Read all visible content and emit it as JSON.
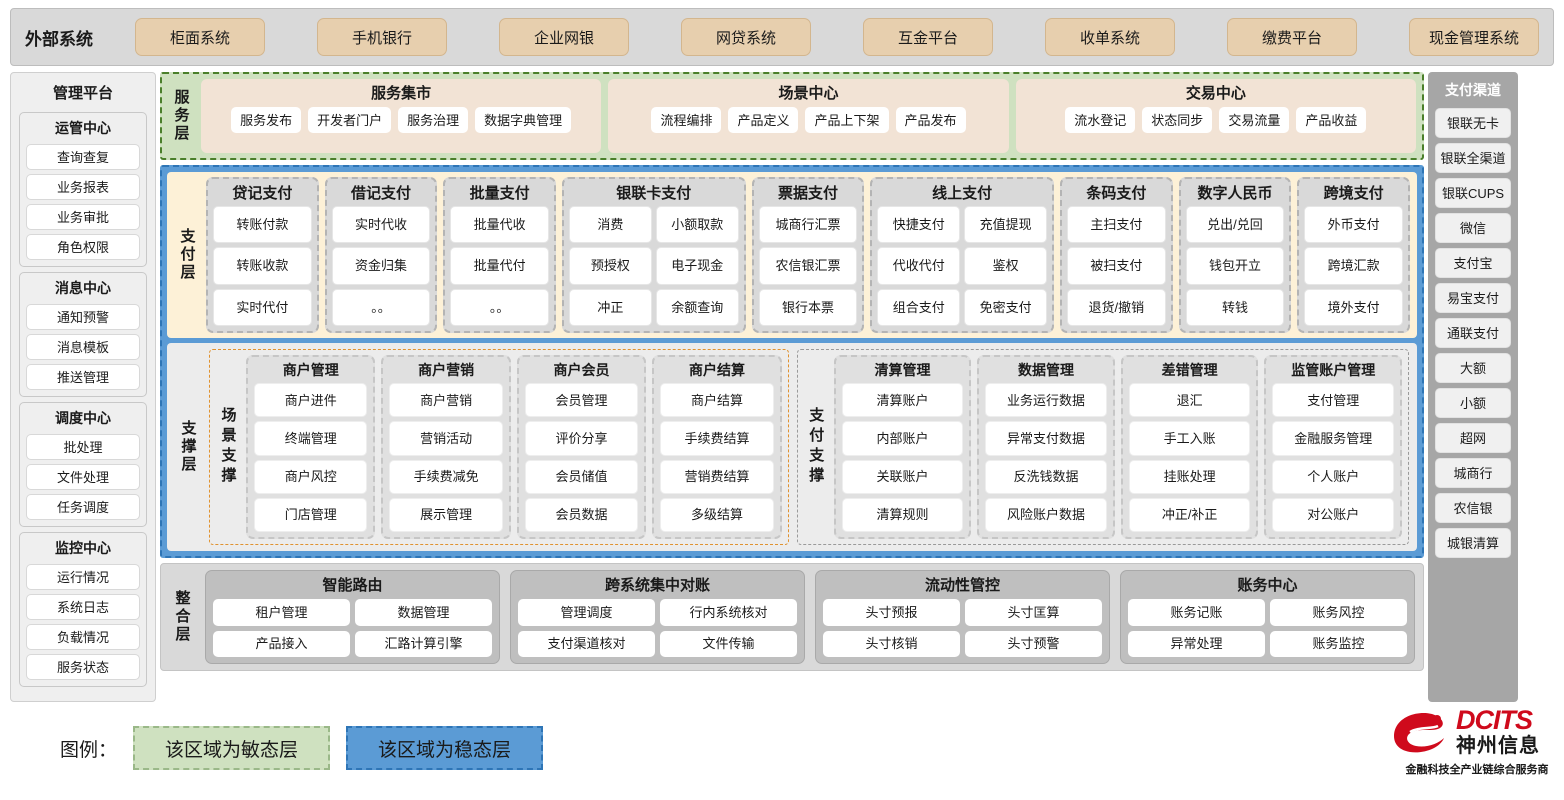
{
  "external": {
    "title": "外部系统",
    "items": [
      "柜面系统",
      "手机银行",
      "企业网银",
      "网贷系统",
      "互金平台",
      "收单系统",
      "缴费平台",
      "现金管理系统"
    ]
  },
  "left_panel": {
    "title": "管理平台",
    "groups": [
      {
        "title": "运管中心",
        "items": [
          "查询查复",
          "业务报表",
          "业务审批",
          "角色权限"
        ]
      },
      {
        "title": "消息中心",
        "items": [
          "通知预警",
          "消息模板",
          "推送管理"
        ]
      },
      {
        "title": "调度中心",
        "items": [
          "批处理",
          "文件处理",
          "任务调度"
        ]
      },
      {
        "title": "监控中心",
        "items": [
          "运行情况",
          "系统日志",
          "负载情况",
          "服务状态"
        ]
      }
    ]
  },
  "right_panel": {
    "title": "支付渠道",
    "items": [
      "银联无卡",
      "银联全渠道",
      "银联CUPS",
      "微信",
      "支付宝",
      "易宝支付",
      "通联支付",
      "大额",
      "小额",
      "超网",
      "城商行",
      "农信银",
      "城银清算"
    ]
  },
  "service_layer": {
    "label": "服务层",
    "groups": [
      {
        "title": "服务集市",
        "items": [
          "服务发布",
          "开发者门户",
          "服务治理",
          "数据字典管理"
        ]
      },
      {
        "title": "场景中心",
        "items": [
          "流程编排",
          "产品定义",
          "产品上下架",
          "产品发布"
        ]
      },
      {
        "title": "交易中心",
        "items": [
          "流水登记",
          "状态同步",
          "交易流量",
          "产品收益"
        ]
      }
    ]
  },
  "payment_layer": {
    "label": "支付层",
    "groups": [
      {
        "title": "贷记支付",
        "cols": 1,
        "items": [
          "转账付款",
          "转账收款",
          "实时代付"
        ]
      },
      {
        "title": "借记支付",
        "cols": 1,
        "items": [
          "实时代收",
          "资金归集",
          "。。"
        ]
      },
      {
        "title": "批量支付",
        "cols": 1,
        "items": [
          "批量代收",
          "批量代付",
          "。。"
        ]
      },
      {
        "title": "银联卡支付",
        "cols": 2,
        "items": [
          "消费",
          "小额取款",
          "预授权",
          "电子现金",
          "冲正",
          "余额查询"
        ]
      },
      {
        "title": "票据支付",
        "cols": 1,
        "items": [
          "城商行汇票",
          "农信银汇票",
          "银行本票"
        ]
      },
      {
        "title": "线上支付",
        "cols": 2,
        "items": [
          "快捷支付",
          "充值提现",
          "代收代付",
          "鉴权",
          "组合支付",
          "免密支付"
        ]
      },
      {
        "title": "条码支付",
        "cols": 1,
        "items": [
          "主扫支付",
          "被扫支付",
          "退货/撤销"
        ]
      },
      {
        "title": "数字人民币",
        "cols": 1,
        "items": [
          "兑出/兑回",
          "钱包开立",
          "转钱"
        ]
      },
      {
        "title": "跨境支付",
        "cols": 1,
        "items": [
          "外币支付",
          "跨境汇款",
          "境外支付"
        ]
      }
    ]
  },
  "support_layer": {
    "label": "支撑层",
    "left_label": "场景支撑",
    "right_label": "支付支撑",
    "left_groups": [
      {
        "title": "商户管理",
        "items": [
          "商户进件",
          "终端管理",
          "商户风控",
          "门店管理"
        ]
      },
      {
        "title": "商户营销",
        "items": [
          "商户营销",
          "营销活动",
          "手续费减免",
          "展示管理"
        ]
      },
      {
        "title": "商户会员",
        "items": [
          "会员管理",
          "评价分享",
          "会员储值",
          "会员数据"
        ]
      },
      {
        "title": "商户结算",
        "items": [
          "商户结算",
          "手续费结算",
          "营销费结算",
          "多级结算"
        ]
      }
    ],
    "right_groups": [
      {
        "title": "清算管理",
        "items": [
          "清算账户",
          "内部账户",
          "关联账户",
          "清算规则"
        ]
      },
      {
        "title": "数据管理",
        "items": [
          "业务运行数据",
          "异常支付数据",
          "反洗钱数据",
          "风险账户数据"
        ]
      },
      {
        "title": "差错管理",
        "items": [
          "退汇",
          "手工入账",
          "挂账处理",
          "冲正/补正"
        ]
      },
      {
        "title": "监管账户管理",
        "items": [
          "支付管理",
          "金融服务管理",
          "个人账户",
          "对公账户"
        ]
      }
    ]
  },
  "integration_layer": {
    "label": "整合层",
    "groups": [
      {
        "title": "智能路由",
        "items": [
          "租户管理",
          "数据管理",
          "产品接入",
          "汇路计算引擎"
        ]
      },
      {
        "title": "跨系统集中对账",
        "items": [
          "管理调度",
          "行内系统核对",
          "支付渠道核对",
          "文件传输"
        ]
      },
      {
        "title": "流动性管控",
        "items": [
          "头寸预报",
          "头寸匡算",
          "头寸核销",
          "头寸预警"
        ]
      },
      {
        "title": "账务中心",
        "items": [
          "账务记账",
          "账务风控",
          "异常处理",
          "账务监控"
        ]
      }
    ]
  },
  "legend": {
    "label": "图例：",
    "agile": "该区域为敏态层",
    "stable": "该区域为稳态层"
  },
  "logo": {
    "en": "DCITS",
    "cn": "神州信息",
    "tagline": "金融科技全产业链综合服务商"
  },
  "colors": {
    "agile_green": "#cfe1c0",
    "stable_blue": "#5b9bd5",
    "payment_cream": "#fdf1d7",
    "service_box": "#f2e3d5",
    "external_chip": "#e7cfae",
    "brand_red": "#cf0a1c"
  }
}
